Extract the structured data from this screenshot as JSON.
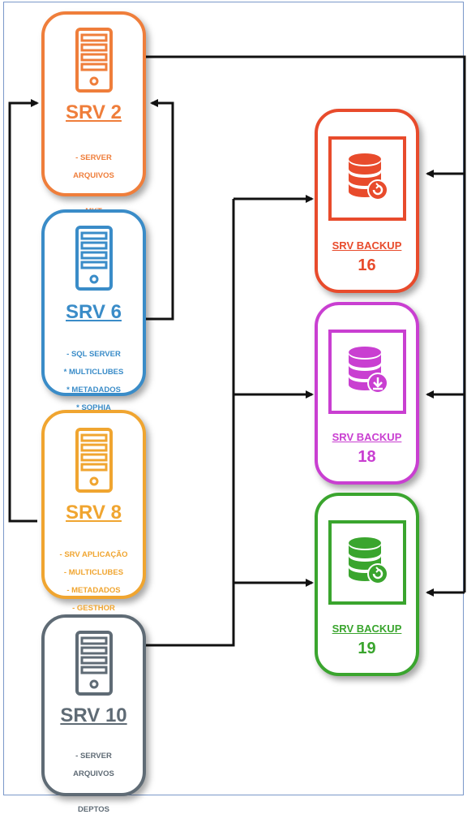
{
  "colors": {
    "srv2": "#ef7e3b",
    "srv6": "#3a8cc8",
    "srv8": "#f0a530",
    "srv10": "#5f6b75",
    "bk16": "#e84b2c",
    "bk18": "#c93fd1",
    "bk19": "#3aa52e",
    "wire": "#111111"
  },
  "servers": [
    {
      "key": "srv2",
      "title": "SRV 2",
      "notes": [
        "- SERVER",
        "ARQUIVOS",
        "",
        "MKT"
      ],
      "icon": "server-tower-icon"
    },
    {
      "key": "srv6",
      "title": "SRV 6",
      "notes": [
        "- SQL SERVER",
        "* MULTICLUBES",
        "* METADADOS",
        "* SOPHIA"
      ],
      "icon": "server-tower-icon"
    },
    {
      "key": "srv8",
      "title": "SRV 8",
      "notes": [
        "- SRV APLICAÇÃO",
        "- MULTICLUBES",
        "- METADADOS",
        "- GESTHOR"
      ],
      "icon": "server-tower-icon"
    },
    {
      "key": "srv10",
      "title": "SRV 10",
      "notes": [
        "- SERVER",
        "ARQUIVOS",
        "",
        "DEPTOS"
      ],
      "icon": "server-tower-icon"
    }
  ],
  "backups": [
    {
      "key": "bk16",
      "title": "SRV BACKUP",
      "number": "16",
      "icon": "database-restore-icon"
    },
    {
      "key": "bk18",
      "title": "SRV BACKUP",
      "number": "18",
      "icon": "database-download-icon"
    },
    {
      "key": "bk19",
      "title": "SRV BACKUP",
      "number": "19",
      "icon": "database-restore-icon"
    }
  ]
}
